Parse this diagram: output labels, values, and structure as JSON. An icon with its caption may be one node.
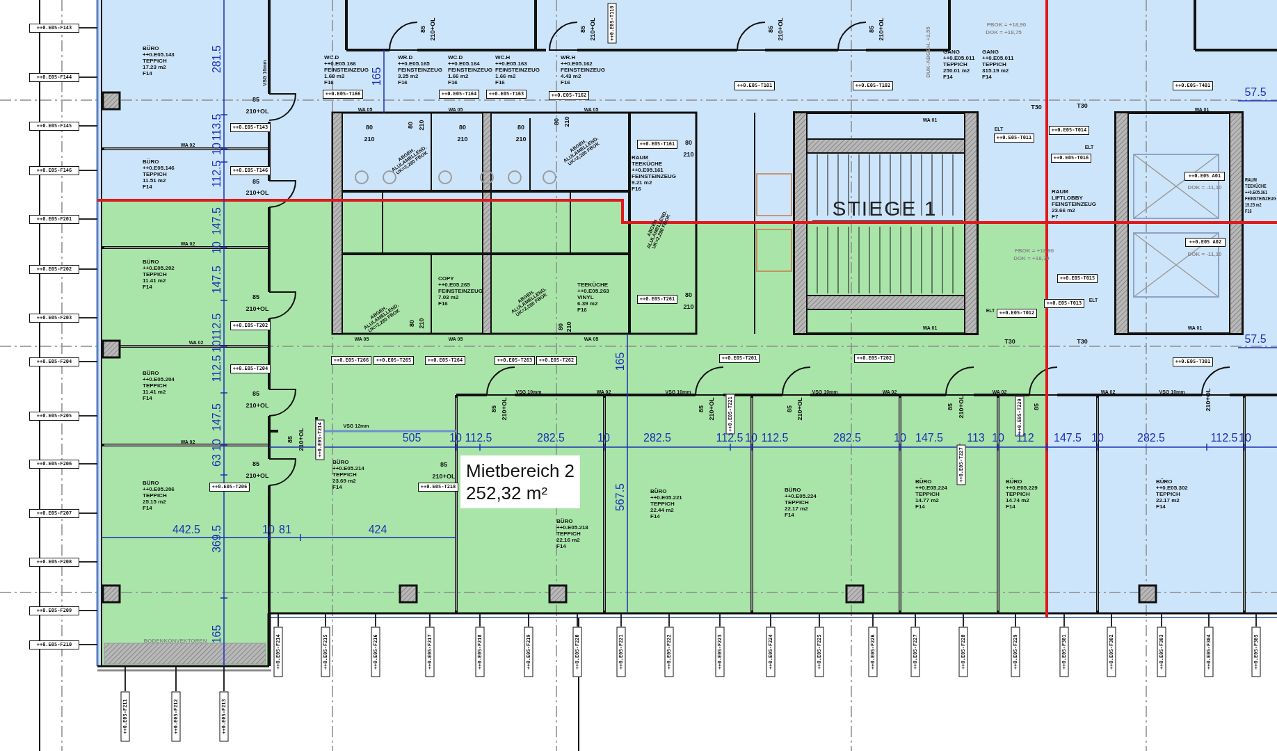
{
  "diagram": {
    "nodes": [
      {
        "text": [
          "BÜRO",
          "++0.E05.143",
          "TEPPICH",
          "17.23 m2",
          "F14"
        ]
      },
      {
        "text": [
          "BÜRO",
          "++0.E05.146",
          "TEPPICH",
          "11.51 m2",
          "F14"
        ]
      },
      {
        "text": [
          "BÜRO",
          "++0.E05.202",
          "TEPPICH",
          "11.41 m2",
          "F14"
        ]
      },
      {
        "text": [
          "BÜRO",
          "++0.E05.204",
          "TEPPICH",
          "11.41 m2",
          "F14"
        ]
      },
      {
        "text": [
          "BÜRO",
          "++0.E05.206",
          "TEPPICH",
          "25.15 m2",
          "F14"
        ]
      },
      {
        "text": [
          "BÜRO",
          "++0.E05.214",
          "TEPPICH",
          "23.69 m2",
          "F14"
        ]
      },
      {
        "text": [
          "BÜRO",
          "++0.E05.218",
          "TEPPICH",
          "22.16 m2",
          "F14"
        ]
      },
      {
        "text": [
          "BÜRO",
          "++0.E05.221",
          "TEPPICH",
          "22.44 m2",
          "F14"
        ]
      },
      {
        "text": [
          "BÜRO",
          "++0.E05.224",
          "TEPPICH",
          "22.17 m2",
          "F14"
        ]
      },
      {
        "text": [
          "BÜRO",
          "++0.E05.224",
          "TEPPICH",
          "14.77 m2",
          "F14"
        ]
      },
      {
        "text": [
          "BÜRO",
          "++0.E05.229",
          "TEPPICH",
          "14.74 m2",
          "F14"
        ]
      },
      {
        "text": [
          "BÜRO",
          "++0.E05.302",
          "TEPPICH",
          "22.17 m2",
          "F14"
        ]
      },
      {
        "text": [
          "WC.D",
          "++0.E05.166",
          "FEINSTEINZEUG",
          "1.68 m2",
          "F16"
        ]
      },
      {
        "text": [
          "WR.D",
          "++0.E05.165",
          "FEINSTEINZEUG",
          "3.25 m2",
          "F16"
        ]
      },
      {
        "text": [
          "WC.D",
          "++0.E05.164",
          "FEINSTEINZEUG",
          "1.66 m2",
          "F16"
        ]
      },
      {
        "text": [
          "WC.H",
          "++0.E05.163",
          "FEINSTEINZEUG",
          "1.66 m2",
          "F16"
        ]
      },
      {
        "text": [
          "WR.H",
          "++0.E05.162",
          "FEINSTEINZEUG",
          "4.43 m2",
          "F16"
        ]
      },
      {
        "text": [
          "RAUM",
          "TEEKÜCHE",
          "++0.E05.161",
          "FEINSTEINZEUG",
          "9.21 m2",
          "F16"
        ]
      },
      {
        "text": [
          "COPY",
          "++0.E05.265",
          "FEINSTEINZEUG",
          "7.03 m2",
          "F16"
        ]
      },
      {
        "text": [
          "TEEKÜCHE",
          "++0.E05.263",
          "VINYL",
          "6.39 m2",
          "F16"
        ]
      },
      {
        "text": [
          "GANG",
          "++0.E05.011",
          "TEPPICH",
          "250.01 m2",
          "F14"
        ]
      },
      {
        "text": [
          "GANG",
          "++0.E05.011",
          "TEPPICH",
          "315.19 m2",
          "F14"
        ]
      },
      {
        "text": [
          "RAUM",
          "LIFTLOBBY",
          "FEINSTEINZEUG",
          "23.66 m2",
          "F7"
        ]
      },
      {
        "text": [
          "RAUM",
          "TEEKÜCHE",
          "++0.E05.361",
          "FEINSTEINZEUG",
          "19.25 m2",
          "F16"
        ]
      },
      {
        "text": [
          "Mietbereich 2",
          "252,32 m²"
        ]
      },
      {
        "text": [
          "++0.E05-F143"
        ]
      },
      {
        "text": [
          "++0.E05-F144"
        ]
      },
      {
        "text": [
          "++0.E05-F145"
        ]
      },
      {
        "text": [
          "++0.E05-F146"
        ]
      },
      {
        "text": [
          "++0.E05-F201"
        ]
      },
      {
        "text": [
          "++0.E05-F202"
        ]
      },
      {
        "text": [
          "++0.E05-F203"
        ]
      },
      {
        "text": [
          "++0.E05-F204"
        ]
      },
      {
        "text": [
          "++0.E05-F205"
        ]
      },
      {
        "text": [
          "++0.E05-F206"
        ]
      },
      {
        "text": [
          "++0.E05-F207"
        ]
      },
      {
        "text": [
          "++0.E05-F208"
        ]
      },
      {
        "text": [
          "++0.E05-F209"
        ]
      },
      {
        "text": [
          "++0.E05-F210"
        ]
      },
      {
        "text": [
          "++0.E05-F211"
        ]
      },
      {
        "text": [
          "++0.E05-F212"
        ]
      },
      {
        "text": [
          "++0.E05-F213"
        ]
      },
      {
        "text": [
          "++0.E05-F214"
        ]
      },
      {
        "text": [
          "++0.E05-F215"
        ]
      },
      {
        "text": [
          "++0.E05-F216"
        ]
      },
      {
        "text": [
          "++0.E05-F217"
        ]
      },
      {
        "text": [
          "++0.E05-F218"
        ]
      },
      {
        "text": [
          "++0.E05-F219"
        ]
      },
      {
        "text": [
          "++0.E05-F220"
        ]
      },
      {
        "text": [
          "++0.E05-F221"
        ]
      },
      {
        "text": [
          "++0.E05-F222"
        ]
      },
      {
        "text": [
          "++0.E05-F223"
        ]
      },
      {
        "text": [
          "++0.E05-F224"
        ]
      },
      {
        "text": [
          "++0.E05-F225"
        ]
      },
      {
        "text": [
          "++0.E05-F226"
        ]
      },
      {
        "text": [
          "++0.E05-F227"
        ]
      },
      {
        "text": [
          "++0.E05-F228"
        ]
      },
      {
        "text": [
          "++0.E05-F229"
        ]
      },
      {
        "text": [
          "++0.E05-F301"
        ]
      },
      {
        "text": [
          "++0.E05-F302"
        ]
      },
      {
        "text": [
          "++0.E05-F303"
        ]
      },
      {
        "text": [
          "++0.E05-F304"
        ]
      },
      {
        "text": [
          "++0.E05-F305"
        ]
      },
      {
        "text": [
          "++0.E05-T143"
        ]
      },
      {
        "text": [
          "++0.E05-T146"
        ]
      },
      {
        "text": [
          "++0.E05-T202"
        ]
      },
      {
        "text": [
          "++0.E05-T204"
        ]
      },
      {
        "text": [
          "++0.E05-T206"
        ]
      },
      {
        "text": [
          "++0.E05-T214"
        ]
      },
      {
        "text": [
          "++0.E05-T218"
        ]
      },
      {
        "text": [
          "++0.E05-T166"
        ]
      },
      {
        "text": [
          "++0.E05-T164"
        ]
      },
      {
        "text": [
          "++0.E05-T163"
        ]
      },
      {
        "text": [
          "++0.E05-T162"
        ]
      },
      {
        "text": [
          "++0.E05-T110"
        ]
      },
      {
        "text": [
          "++0.E05-T161"
        ]
      },
      {
        "text": [
          "++0.E05-T261"
        ]
      },
      {
        "text": [
          "++0.E05-T101"
        ]
      },
      {
        "text": [
          "++0.E05-T102"
        ]
      },
      {
        "text": [
          "++0.E05-T201"
        ]
      },
      {
        "text": [
          "++0.E05-T202"
        ]
      },
      {
        "text": [
          "++0.E05-T266"
        ]
      },
      {
        "text": [
          "++0.E05-T265"
        ]
      },
      {
        "text": [
          "++0.E05-T264"
        ]
      },
      {
        "text": [
          "++0.E05-T263"
        ]
      },
      {
        "text": [
          "++0.E05-T262"
        ]
      },
      {
        "text": [
          "++0.E05-T011"
        ]
      },
      {
        "text": [
          "++0.E05-T014"
        ]
      },
      {
        "text": [
          "++0.E05-T016"
        ]
      },
      {
        "text": [
          "++0.E05-T012"
        ]
      },
      {
        "text": [
          "++0.E05-T013"
        ]
      },
      {
        "text": [
          "++0.E05-T015"
        ]
      },
      {
        "text": [
          "++0.E05-T401"
        ]
      },
      {
        "text": [
          "++0.E05-T301"
        ]
      },
      {
        "text": [
          "++0.E05 A01"
        ]
      },
      {
        "text": [
          "++0.E05 A02"
        ]
      },
      {
        "text": [
          "++0.E05-T221"
        ]
      },
      {
        "text": [
          "++0.E05-T227"
        ]
      },
      {
        "text": [
          "++0.E05-T229"
        ]
      }
    ],
    "edges": [
      {
        "from": 25,
        "to": null,
        "arrow": "none"
      },
      {
        "from": 26,
        "to": null,
        "arrow": "none"
      },
      {
        "from": 27,
        "to": null,
        "arrow": "none"
      },
      {
        "from": 28,
        "to": null,
        "arrow": "none"
      },
      {
        "from": 29,
        "to": null,
        "arrow": "none"
      },
      {
        "from": 30,
        "to": null,
        "arrow": "none"
      },
      {
        "from": 31,
        "to": null,
        "arrow": "none"
      },
      {
        "from": 32,
        "to": null,
        "arrow": "none"
      },
      {
        "from": 33,
        "to": null,
        "arrow": "none"
      },
      {
        "from": 34,
        "to": null,
        "arrow": "none"
      },
      {
        "from": 35,
        "to": null,
        "arrow": "none"
      },
      {
        "from": 36,
        "to": null,
        "arrow": "none"
      },
      {
        "from": 37,
        "to": null,
        "arrow": "none"
      },
      {
        "from": 38,
        "to": null,
        "arrow": "none"
      },
      {
        "from": 39,
        "to": null,
        "arrow": "none"
      },
      {
        "from": 40,
        "to": null,
        "arrow": "none"
      },
      {
        "from": 41,
        "to": null,
        "arrow": "none"
      },
      {
        "from": 42,
        "to": null,
        "arrow": "none"
      },
      {
        "from": 43,
        "to": null,
        "arrow": "none"
      },
      {
        "from": 44,
        "to": null,
        "arrow": "none"
      },
      {
        "from": 45,
        "to": null,
        "arrow": "none"
      },
      {
        "from": 46,
        "to": null,
        "arrow": "none"
      },
      {
        "from": 47,
        "to": null,
        "arrow": "none"
      },
      {
        "from": 48,
        "to": null,
        "arrow": "none"
      },
      {
        "from": 49,
        "to": null,
        "arrow": "none"
      },
      {
        "from": 50,
        "to": null,
        "arrow": "none"
      },
      {
        "from": 51,
        "to": null,
        "arrow": "none"
      },
      {
        "from": 52,
        "to": null,
        "arrow": "none"
      },
      {
        "from": 53,
        "to": null,
        "arrow": "none"
      },
      {
        "from": 54,
        "to": null,
        "arrow": "none"
      },
      {
        "from": 55,
        "to": null,
        "arrow": "none"
      },
      {
        "from": 56,
        "to": null,
        "arrow": "none"
      },
      {
        "from": 57,
        "to": null,
        "arrow": "none"
      },
      {
        "from": 58,
        "to": null,
        "arrow": "none"
      },
      {
        "from": 59,
        "to": null,
        "arrow": "none"
      },
      {
        "from": 60,
        "to": null,
        "arrow": "none"
      },
      {
        "from": 61,
        "to": null,
        "arrow": "none"
      },
      {
        "from": 62,
        "to": null,
        "arrow": "none"
      }
    ],
    "labels": [
      "281.5",
      "113.5",
      "10",
      "112.5",
      "147.5",
      "10",
      "147.5",
      "112.5",
      "10",
      "112.5",
      "147.5",
      "10",
      "63",
      "369.5",
      "165",
      "165",
      "165",
      "567.5",
      "505",
      "10",
      "112.5",
      "282.5",
      "10",
      "282.5",
      "112.5",
      "10",
      "112.5",
      "282.5",
      "10",
      "147.5",
      "113",
      "10",
      "112",
      "147.5",
      "10",
      "282.5",
      "112.5",
      "10",
      "442.5",
      "10",
      "81",
      "424",
      "57.5",
      "57.5",
      "STIEGE 1",
      "85",
      "210+OL",
      "85",
      "210+OL",
      "85",
      "210+OL",
      "85",
      "210+OL",
      "85",
      "210+OL",
      "85",
      "210+OL",
      "85",
      "210+OL",
      "85",
      "210+OL",
      "85",
      "210+OL",
      "85",
      "210+OL",
      "85",
      "210+OL",
      "85",
      "210+OL",
      "85",
      "210+OL",
      "85",
      "210+OL",
      "85",
      "210+OL",
      "85",
      "210+OL",
      "80",
      "210",
      "80",
      "210",
      "80",
      "210",
      "80",
      "210",
      "80",
      "210",
      "80",
      "210",
      "80",
      "210",
      "80",
      "210",
      "80",
      "210",
      "VSG 10mm",
      "VSG 12mm",
      "VSG 10mm",
      "VSG 10mm",
      "VSG 10mm",
      "VSG 10mm",
      "WA 02",
      "WA 02",
      "WA 02",
      "WA 02",
      "WA 02",
      "WA 02",
      "WA 02",
      "WA 02",
      "WA 05",
      "WA 05",
      "WA 05",
      "WA 05",
      "WA 05",
      "WA 05",
      "WA 01",
      "WA 01",
      "WA 01",
      "WA 01",
      "T30",
      "T30",
      "T30",
      "T30",
      "ELT",
      "ELT",
      "ELT",
      "ELT",
      "FBOK = +18,90",
      "DOK = +18,75",
      "FBOK = +18,90",
      "DOK = +18,79",
      "DUK-ABGEH. +2,55",
      "DOK = -11,10",
      "DOK = -11,10",
      "BODENKONVEKTOREN",
      "ABGEH. ALULAMELLEND. UK=2,280 FBOK",
      "ABGEH. ALULAMELLEND. UK=2,280 FBOK",
      "ABGEH. ALULAMELLEND. UK=2,280 FBOK",
      "ABGEH. ALULAMELLEND. UK=2,280 FBOK",
      "ABGEH. ALULAMELLEND. UK=2,280 FBOK"
    ]
  }
}
